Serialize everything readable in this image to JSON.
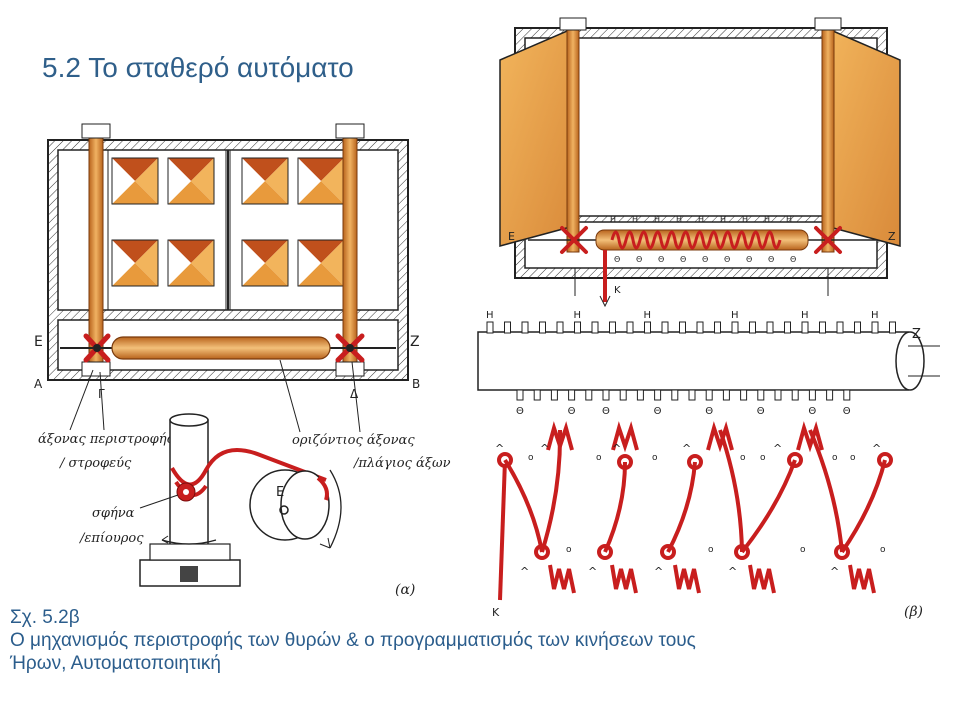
{
  "slide": {
    "title": "5.2 Το σταθερό αυτόματο",
    "caption": {
      "figure": "Σχ. 5.2β",
      "line1": "Ο μηχανισμός περιστροφής των θυρών & ο προγραμματισμός των κινήσεων τους",
      "line2": "Ήρων, Αυτοματοποιητική"
    }
  },
  "diagram": {
    "plan": {
      "letters": {
        "e": "Ε",
        "z": "Ζ",
        "a": "Α",
        "b": "Β",
        "g": "Γ",
        "d": "Δ"
      },
      "label_axis": "άξονας περιστροφής",
      "label_hinge": "/ στροφεύς",
      "label_horiz": "οριζόντιος άξονας",
      "label_side": "/πλάγιος άξων"
    },
    "detail_a": {
      "tag": "(α)",
      "peg_line1": "σφήνα",
      "peg_line2": "/επίουρος",
      "wheel_letter": "Ε"
    },
    "front": {
      "letters": {
        "e": "Ε",
        "z": "Ζ",
        "k": "Κ",
        "h": "Η",
        "theta": "Θ"
      }
    },
    "detail_b": {
      "tag": "(β)",
      "z": "Ζ",
      "h": "Η",
      "theta": "Θ",
      "k": "Κ",
      "caret": "^",
      "dot": "o"
    },
    "colors": {
      "title": "#2f5f8a",
      "caption": "#2b5d8c",
      "wood": "#d98a3a",
      "door": "#e8a74a",
      "rope": "#c81e1e",
      "ink": "#1e1e1e"
    }
  }
}
